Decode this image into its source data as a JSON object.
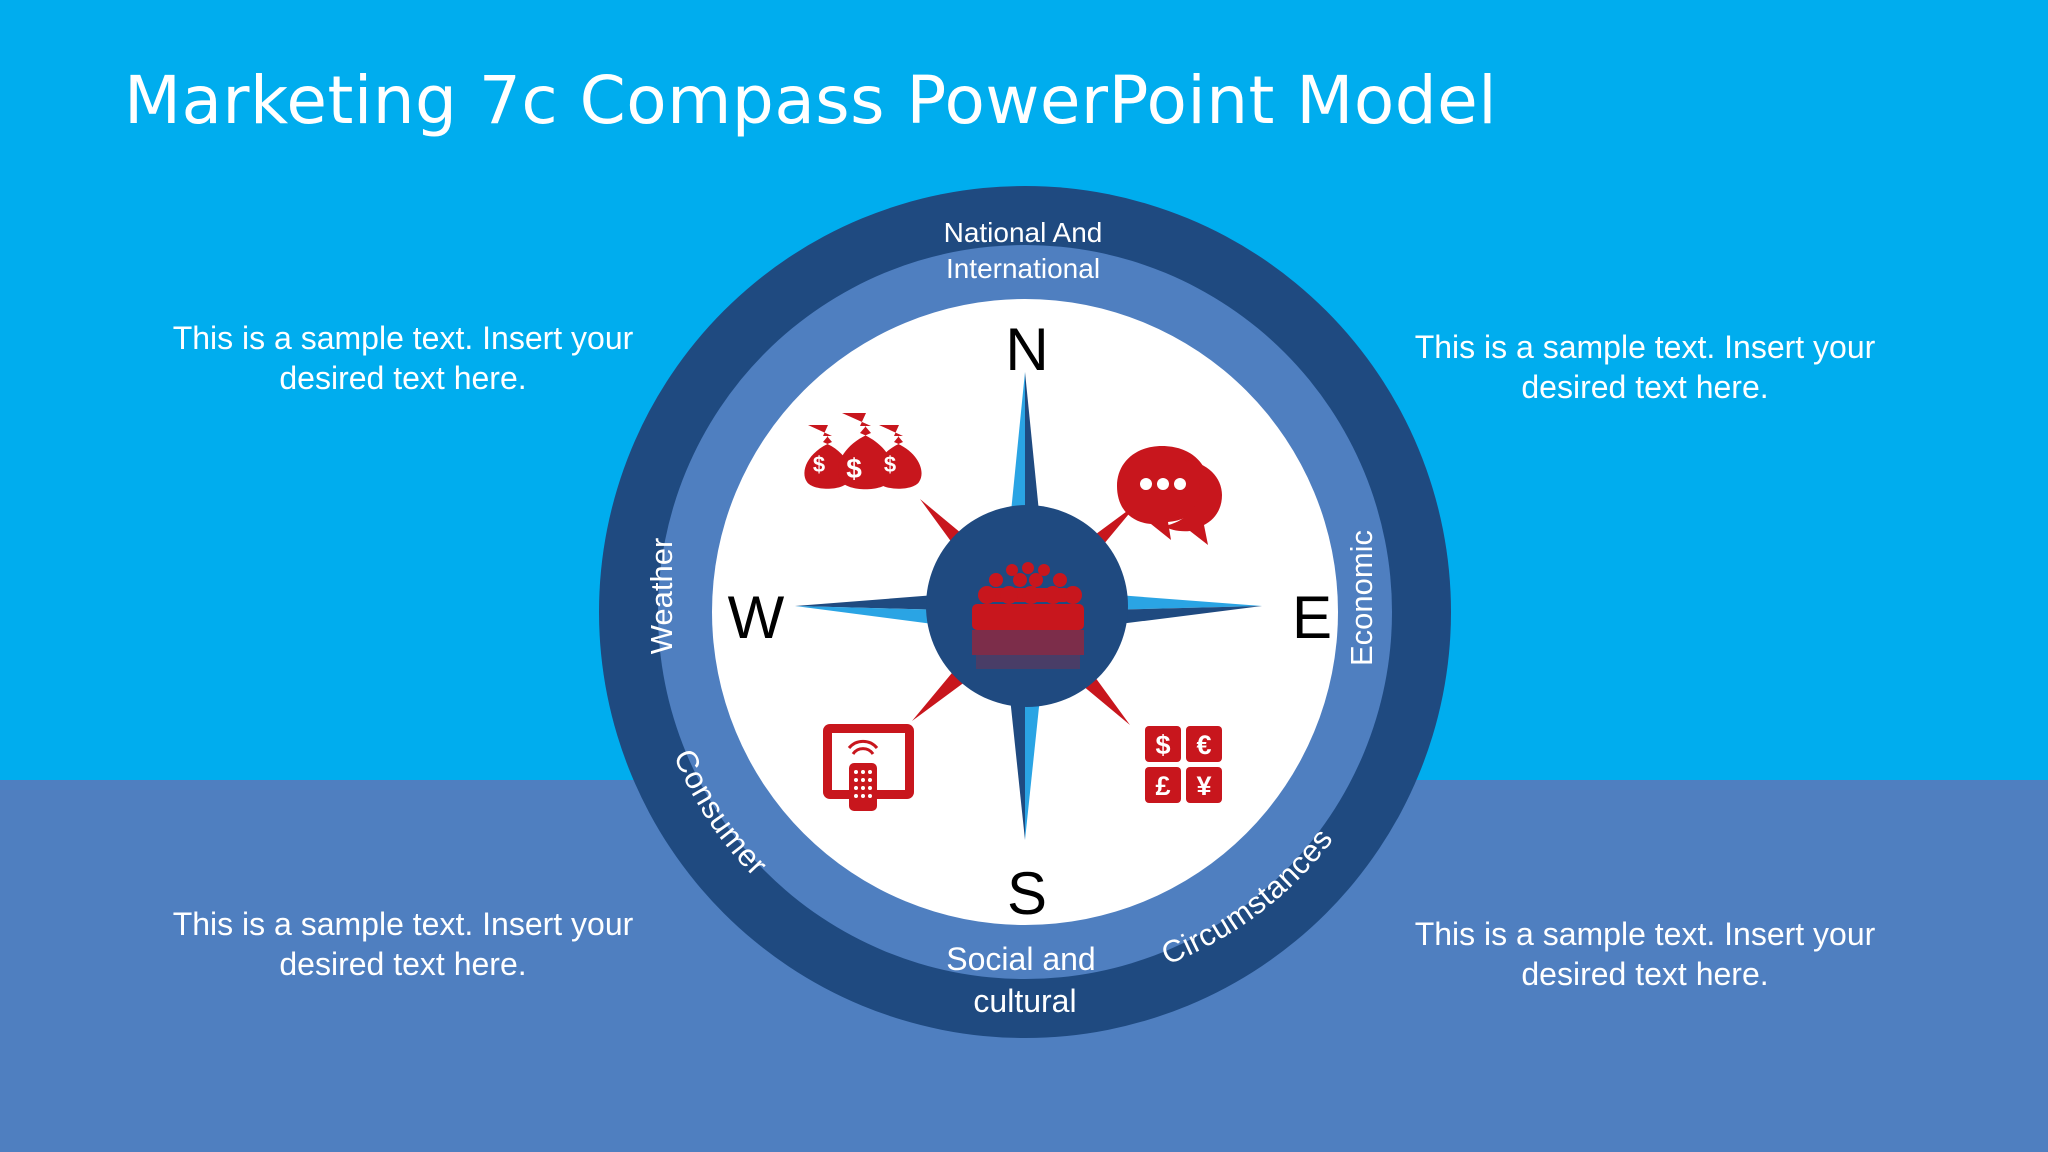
{
  "slide": {
    "title": "Marketing 7c Compass PowerPoint Model"
  },
  "notes": {
    "top_left": "This is a sample text. Insert your desired text here.",
    "top_right": "This is a sample text. Insert your desired text here.",
    "bottom_left": "This is a sample text. Insert your desired text here.",
    "bottom_right": "This is a sample text. Insert your desired text here."
  },
  "compass": {
    "ring_labels": {
      "top_line1": "National And",
      "top_line2": "International",
      "left": "Weather",
      "right": "Economic",
      "bottom_line1": "Social and",
      "bottom_line2": "cultural",
      "bottom_left": "Consumer",
      "bottom_right": "Circumstances"
    },
    "directions": {
      "north": "N",
      "south": "S",
      "east": "E",
      "west": "W"
    },
    "icons": {
      "top_left": "money-bags-icon",
      "top_right": "speech-bubbles-icon",
      "bottom_left": "tv-remote-icon",
      "bottom_right": "currency-icon",
      "center": "crowd-icon"
    },
    "currency_symbols": [
      "$",
      "€",
      "£",
      "¥"
    ],
    "colors": {
      "outer_ring": "#1f4a80",
      "middle_ring": "#4f7fc0",
      "inner_disc": "#ffffff",
      "center_hub": "#1f4a80",
      "icon_red": "#c8161d",
      "star_light": "#2aa4e4",
      "star_dark": "#1f4a80"
    }
  }
}
